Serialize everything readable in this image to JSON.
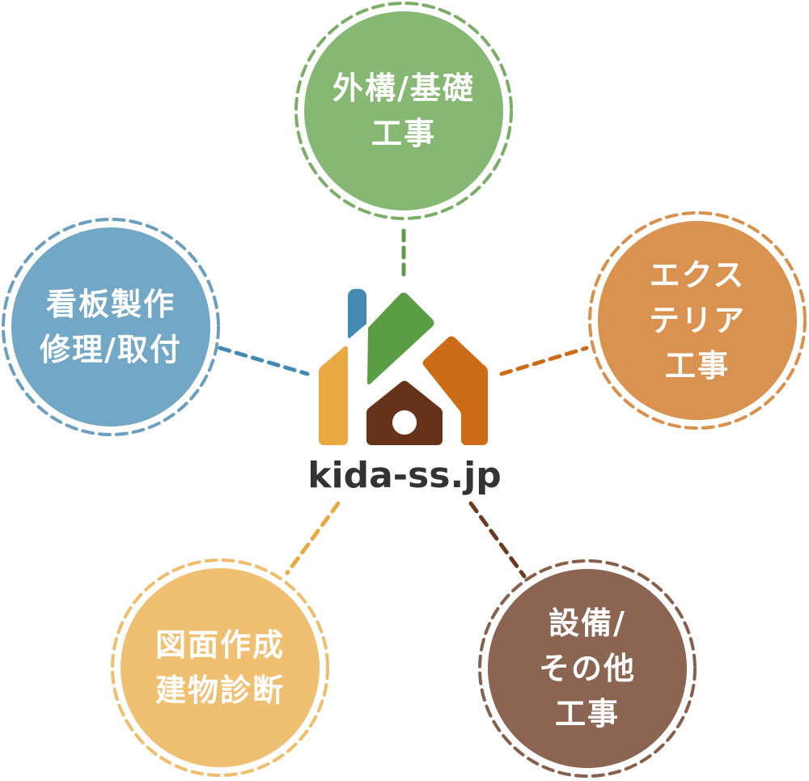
{
  "logo": {
    "text": "kida-ss.jp"
  },
  "services": [
    {
      "id": "exterior-foundation",
      "lines": [
        "外構/基礎",
        "工事"
      ],
      "fill": "#86b873",
      "stroke": "#7aad66",
      "line": "#5a9e44"
    },
    {
      "id": "signboard",
      "lines": [
        "看板製作",
        "修理/取付"
      ],
      "fill": "#73a7c6",
      "stroke": "#6a9fbf",
      "line": "#4489b2"
    },
    {
      "id": "exterior",
      "lines": [
        "エクス",
        "テリア",
        "工事"
      ],
      "fill": "#d9924f",
      "stroke": "#d8904c",
      "line": "#cc6c16"
    },
    {
      "id": "drawing-diagnosis",
      "lines": [
        "図面作成",
        "建物診断"
      ],
      "fill": "#f0c072",
      "stroke": "#efbd6c",
      "line": "#e8a940"
    },
    {
      "id": "equipment-other",
      "lines": [
        "設備/",
        "その他",
        "工事"
      ],
      "fill": "#8b6552",
      "stroke": "#86604d",
      "line": "#6a3a22"
    }
  ],
  "colors": {
    "blue": "#4489b2",
    "green": "#5a9e44",
    "yellow": "#e8a940",
    "orange": "#cc6c16",
    "brown": "#663219"
  }
}
